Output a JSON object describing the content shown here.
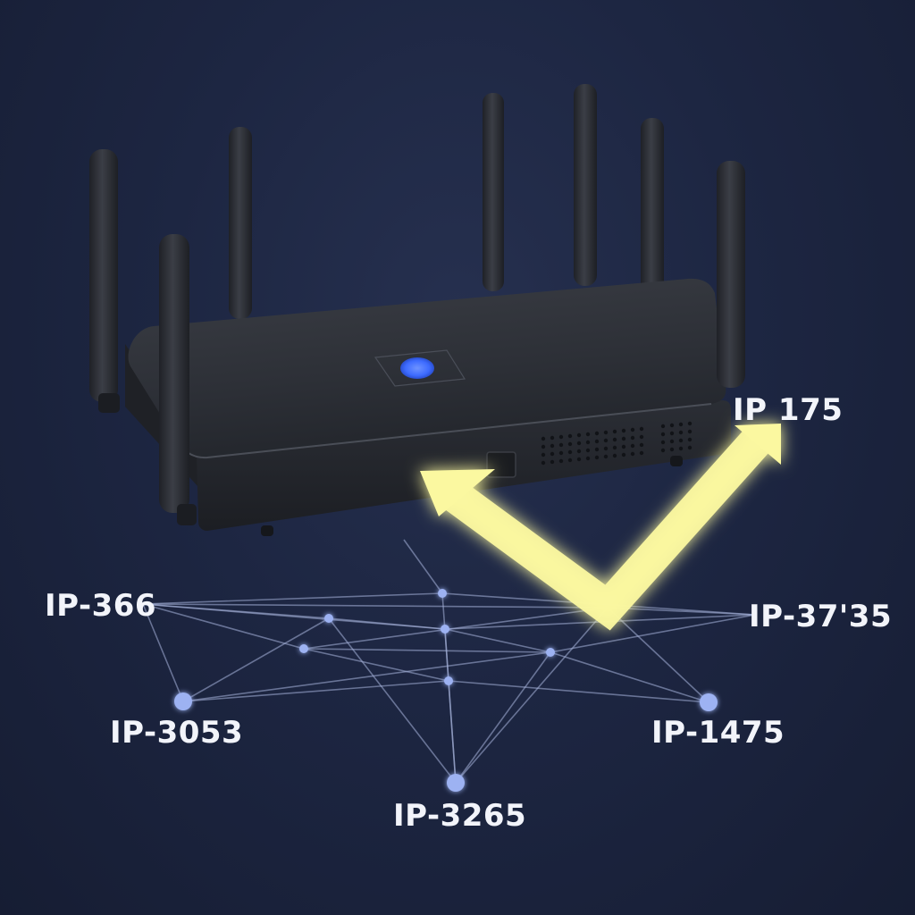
{
  "labels": {
    "ip_175": "IP 175",
    "ip_366": "IP-366",
    "ip_3735": "IP-37'35",
    "ip_3053": "IP-3053",
    "ip_1475": "IP-1475",
    "ip_3265": "IP-3265"
  },
  "colors": {
    "background": "#1b2440",
    "router_body": "#2a2d34",
    "antenna": "#2c2f36",
    "status_led": "#3d6bff",
    "arrow": "#fbf8a0",
    "network_line": "#a8b4dc",
    "network_node": "#9db2f2",
    "label_text": "#f2f4fa"
  },
  "icons": {
    "router": "router-icon",
    "arrow": "route-arrow-icon"
  }
}
